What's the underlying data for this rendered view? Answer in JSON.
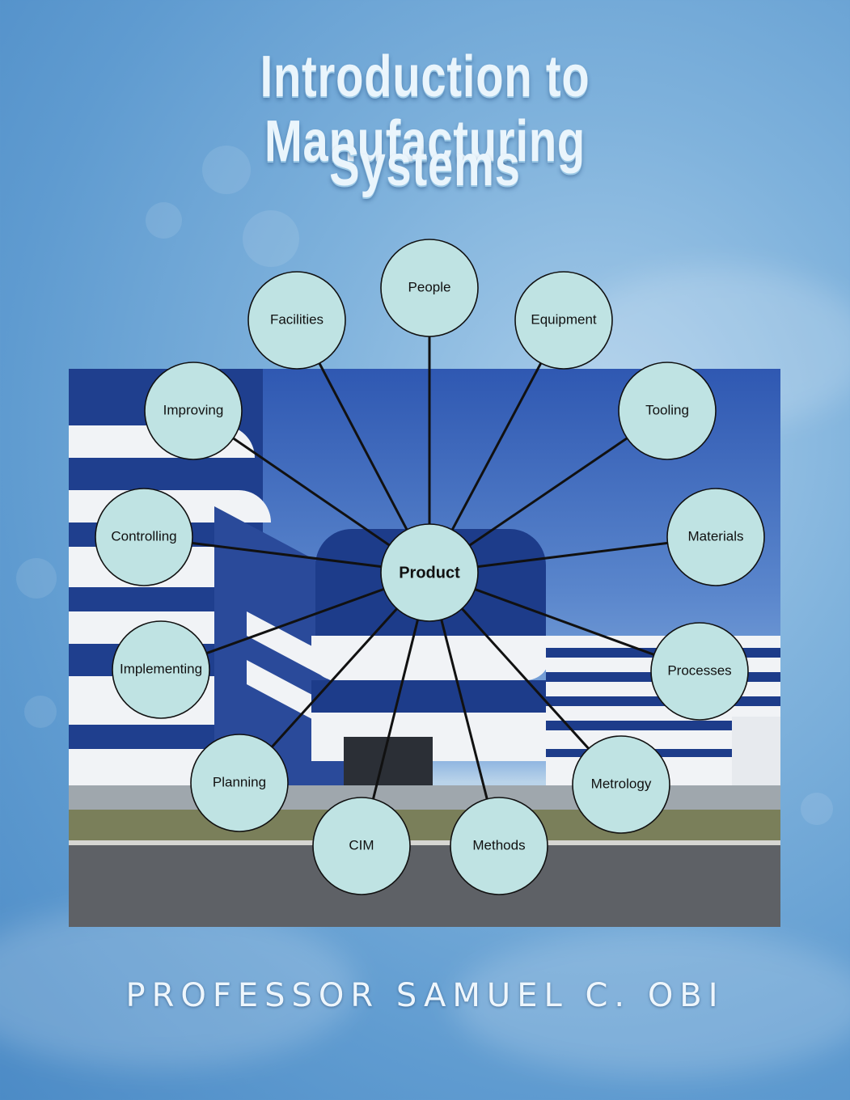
{
  "cover": {
    "title_line1": "Introduction to Manufacturing",
    "title_line2": "Systems",
    "author": "PROFESSOR SAMUEL C. OBI"
  },
  "diagram": {
    "hub": "Product",
    "nodes": [
      "People",
      "Equipment",
      "Tooling",
      "Materials",
      "Processes",
      "Metrology",
      "Methods",
      "CIM",
      "Planning",
      "Implementing",
      "Controlling",
      "Improving",
      "Facilities"
    ],
    "colors": {
      "node_fill": "#bfe3e3",
      "line": "#111111"
    }
  }
}
